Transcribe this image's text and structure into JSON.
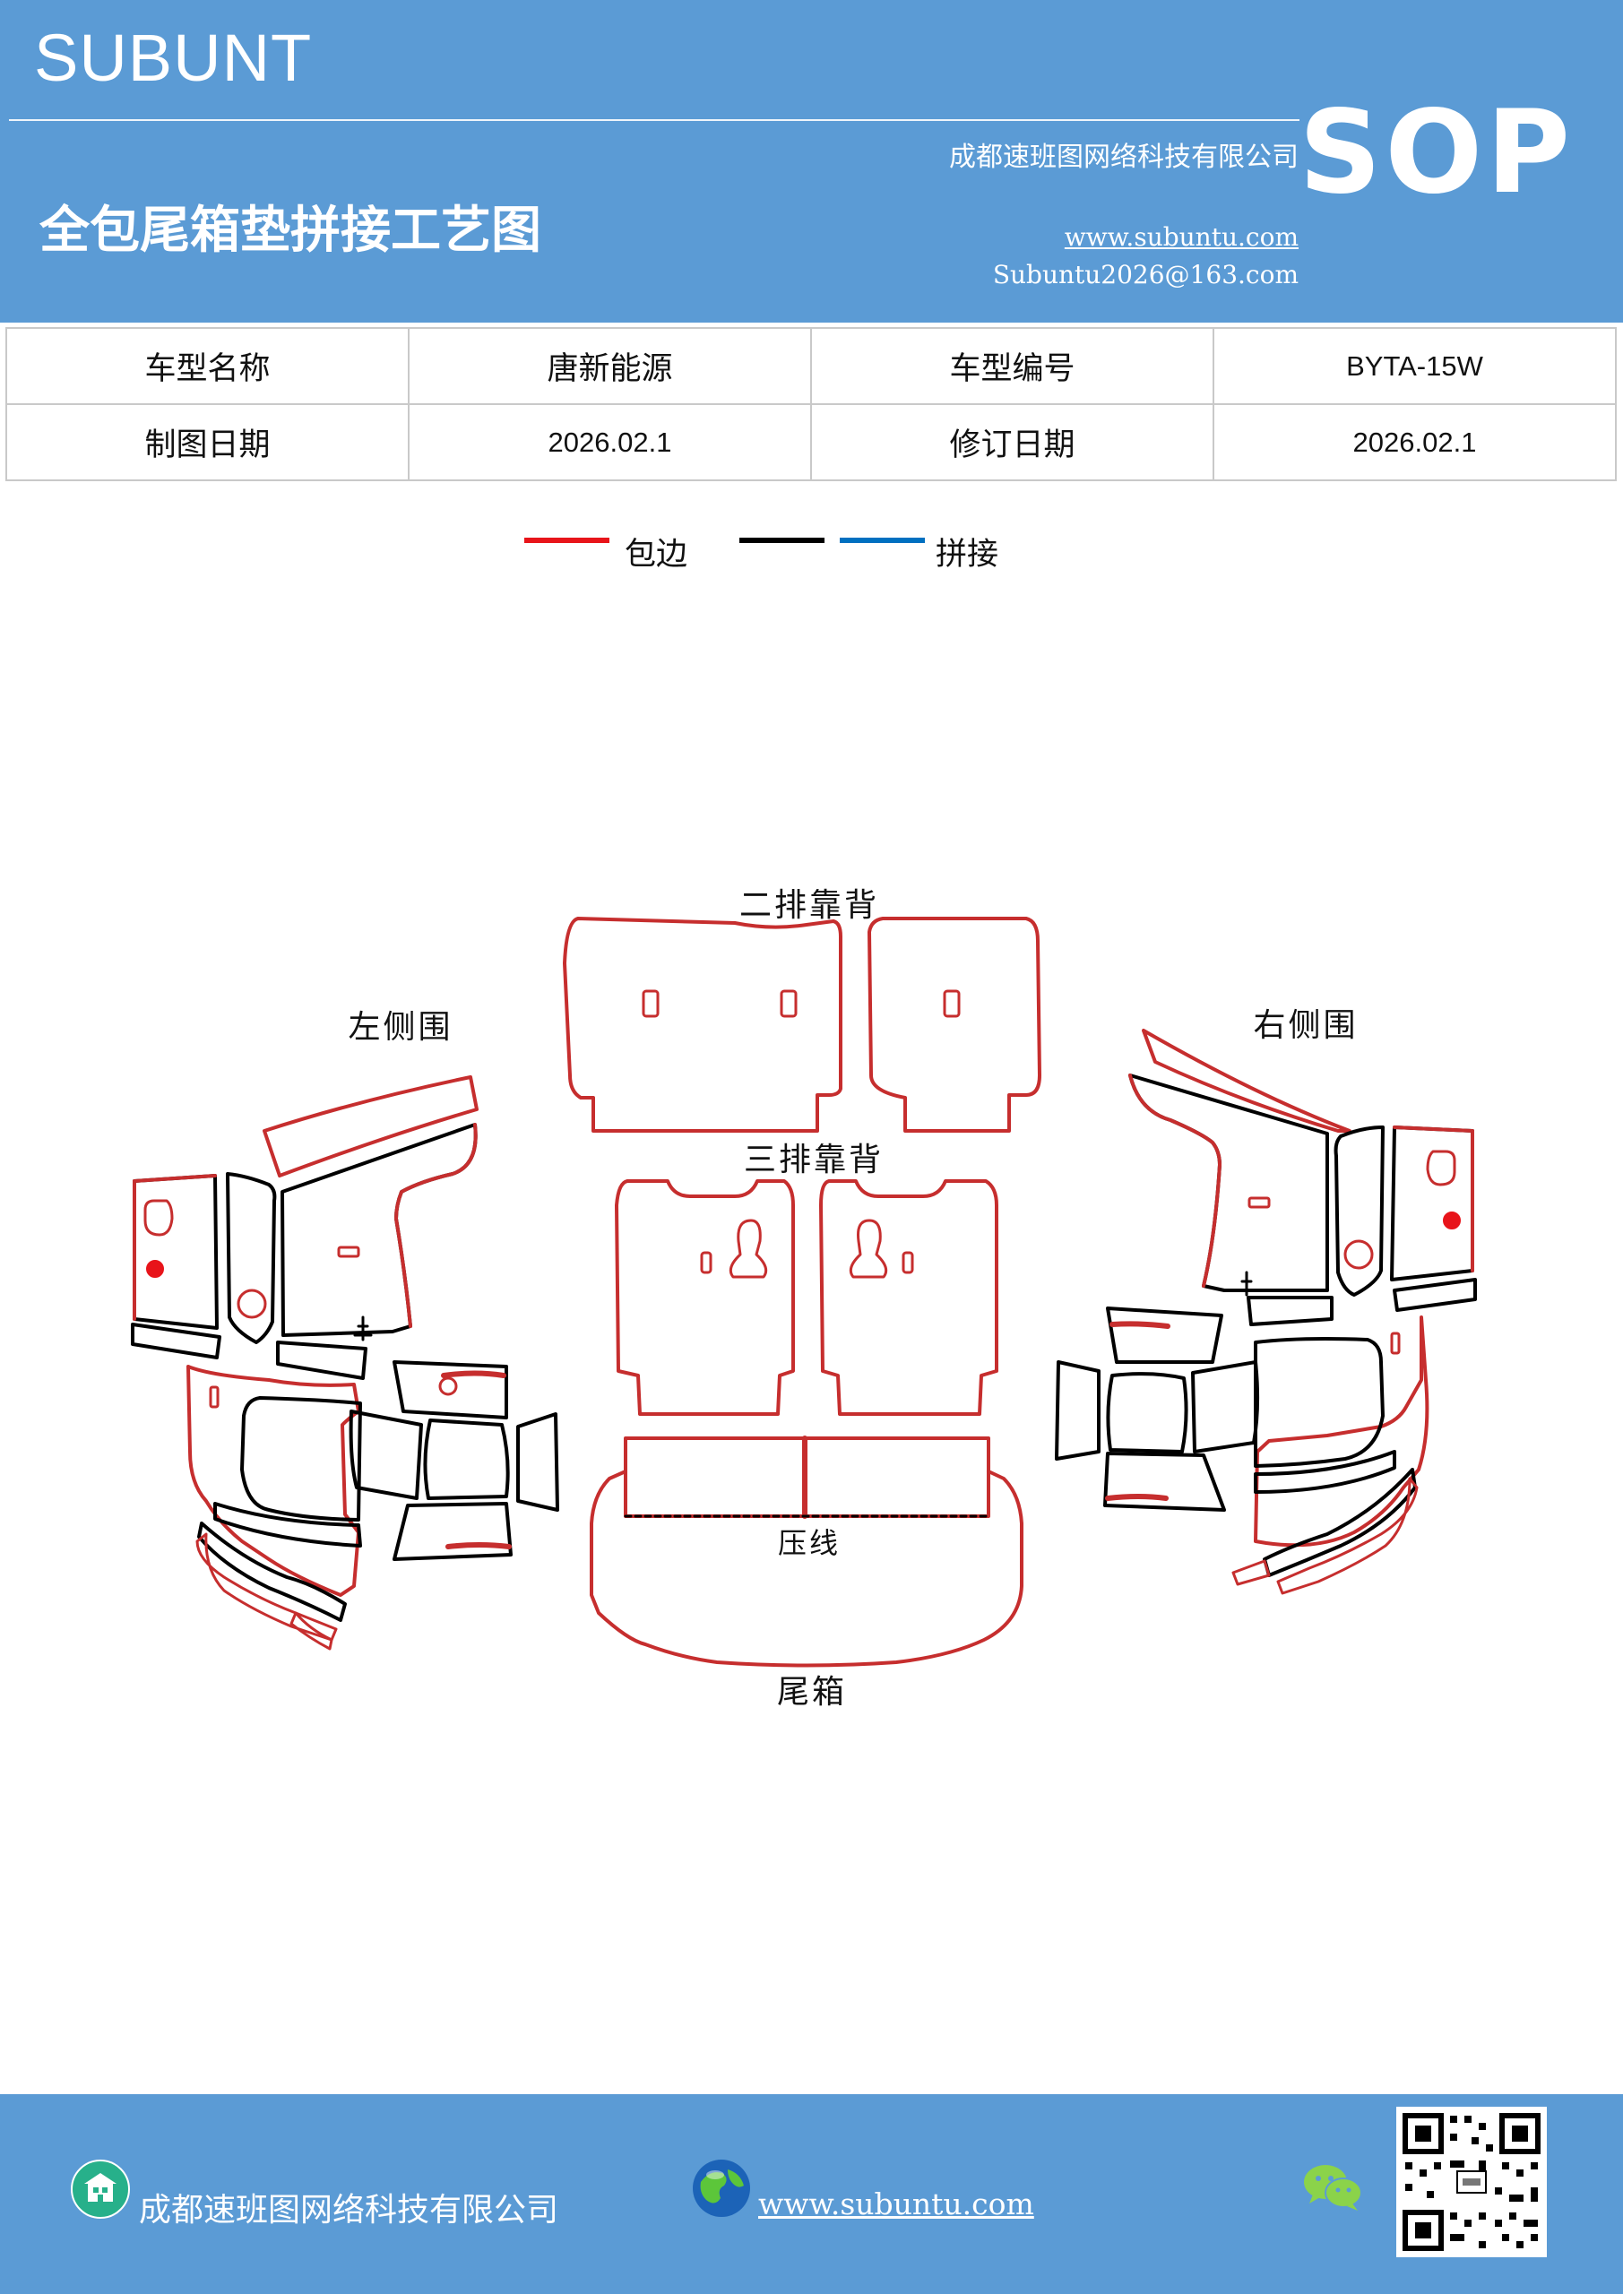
{
  "header": {
    "brand": "SUBUNT",
    "company": "成都速班图网络科技有限公司",
    "title": "全包尾箱垫拼接工艺图",
    "website": "www.subuntu.com",
    "email": "Subuntu2026@163.com",
    "badge": "SOP",
    "background_color": "#5b9bd5"
  },
  "info_table": {
    "rows": [
      [
        "车型名称",
        "唐新能源",
        "车型编号",
        "BYTA-15W"
      ],
      [
        "制图日期",
        "2026.02.1",
        "修订日期",
        "2026.02.1"
      ]
    ]
  },
  "legend": {
    "items": [
      {
        "label": "包边",
        "colors": [
          "#e8141a"
        ]
      },
      {
        "label": "拼接",
        "colors": [
          "#000000",
          "#0070c0"
        ]
      }
    ]
  },
  "diagram": {
    "labels": {
      "second_row": "二排靠背",
      "third_row": "三排靠背",
      "left_side": "左侧围",
      "right_side": "右侧围",
      "crease": "压线",
      "trunk": "尾箱"
    },
    "colors": {
      "edge": "#c62e2e",
      "seam": "#000000"
    }
  },
  "footer": {
    "company": "成都速班图网络科技有限公司",
    "website": "www.subuntu.com ",
    "icons": [
      "building-icon",
      "globe-icon",
      "wechat-icon",
      "qr-code"
    ]
  }
}
